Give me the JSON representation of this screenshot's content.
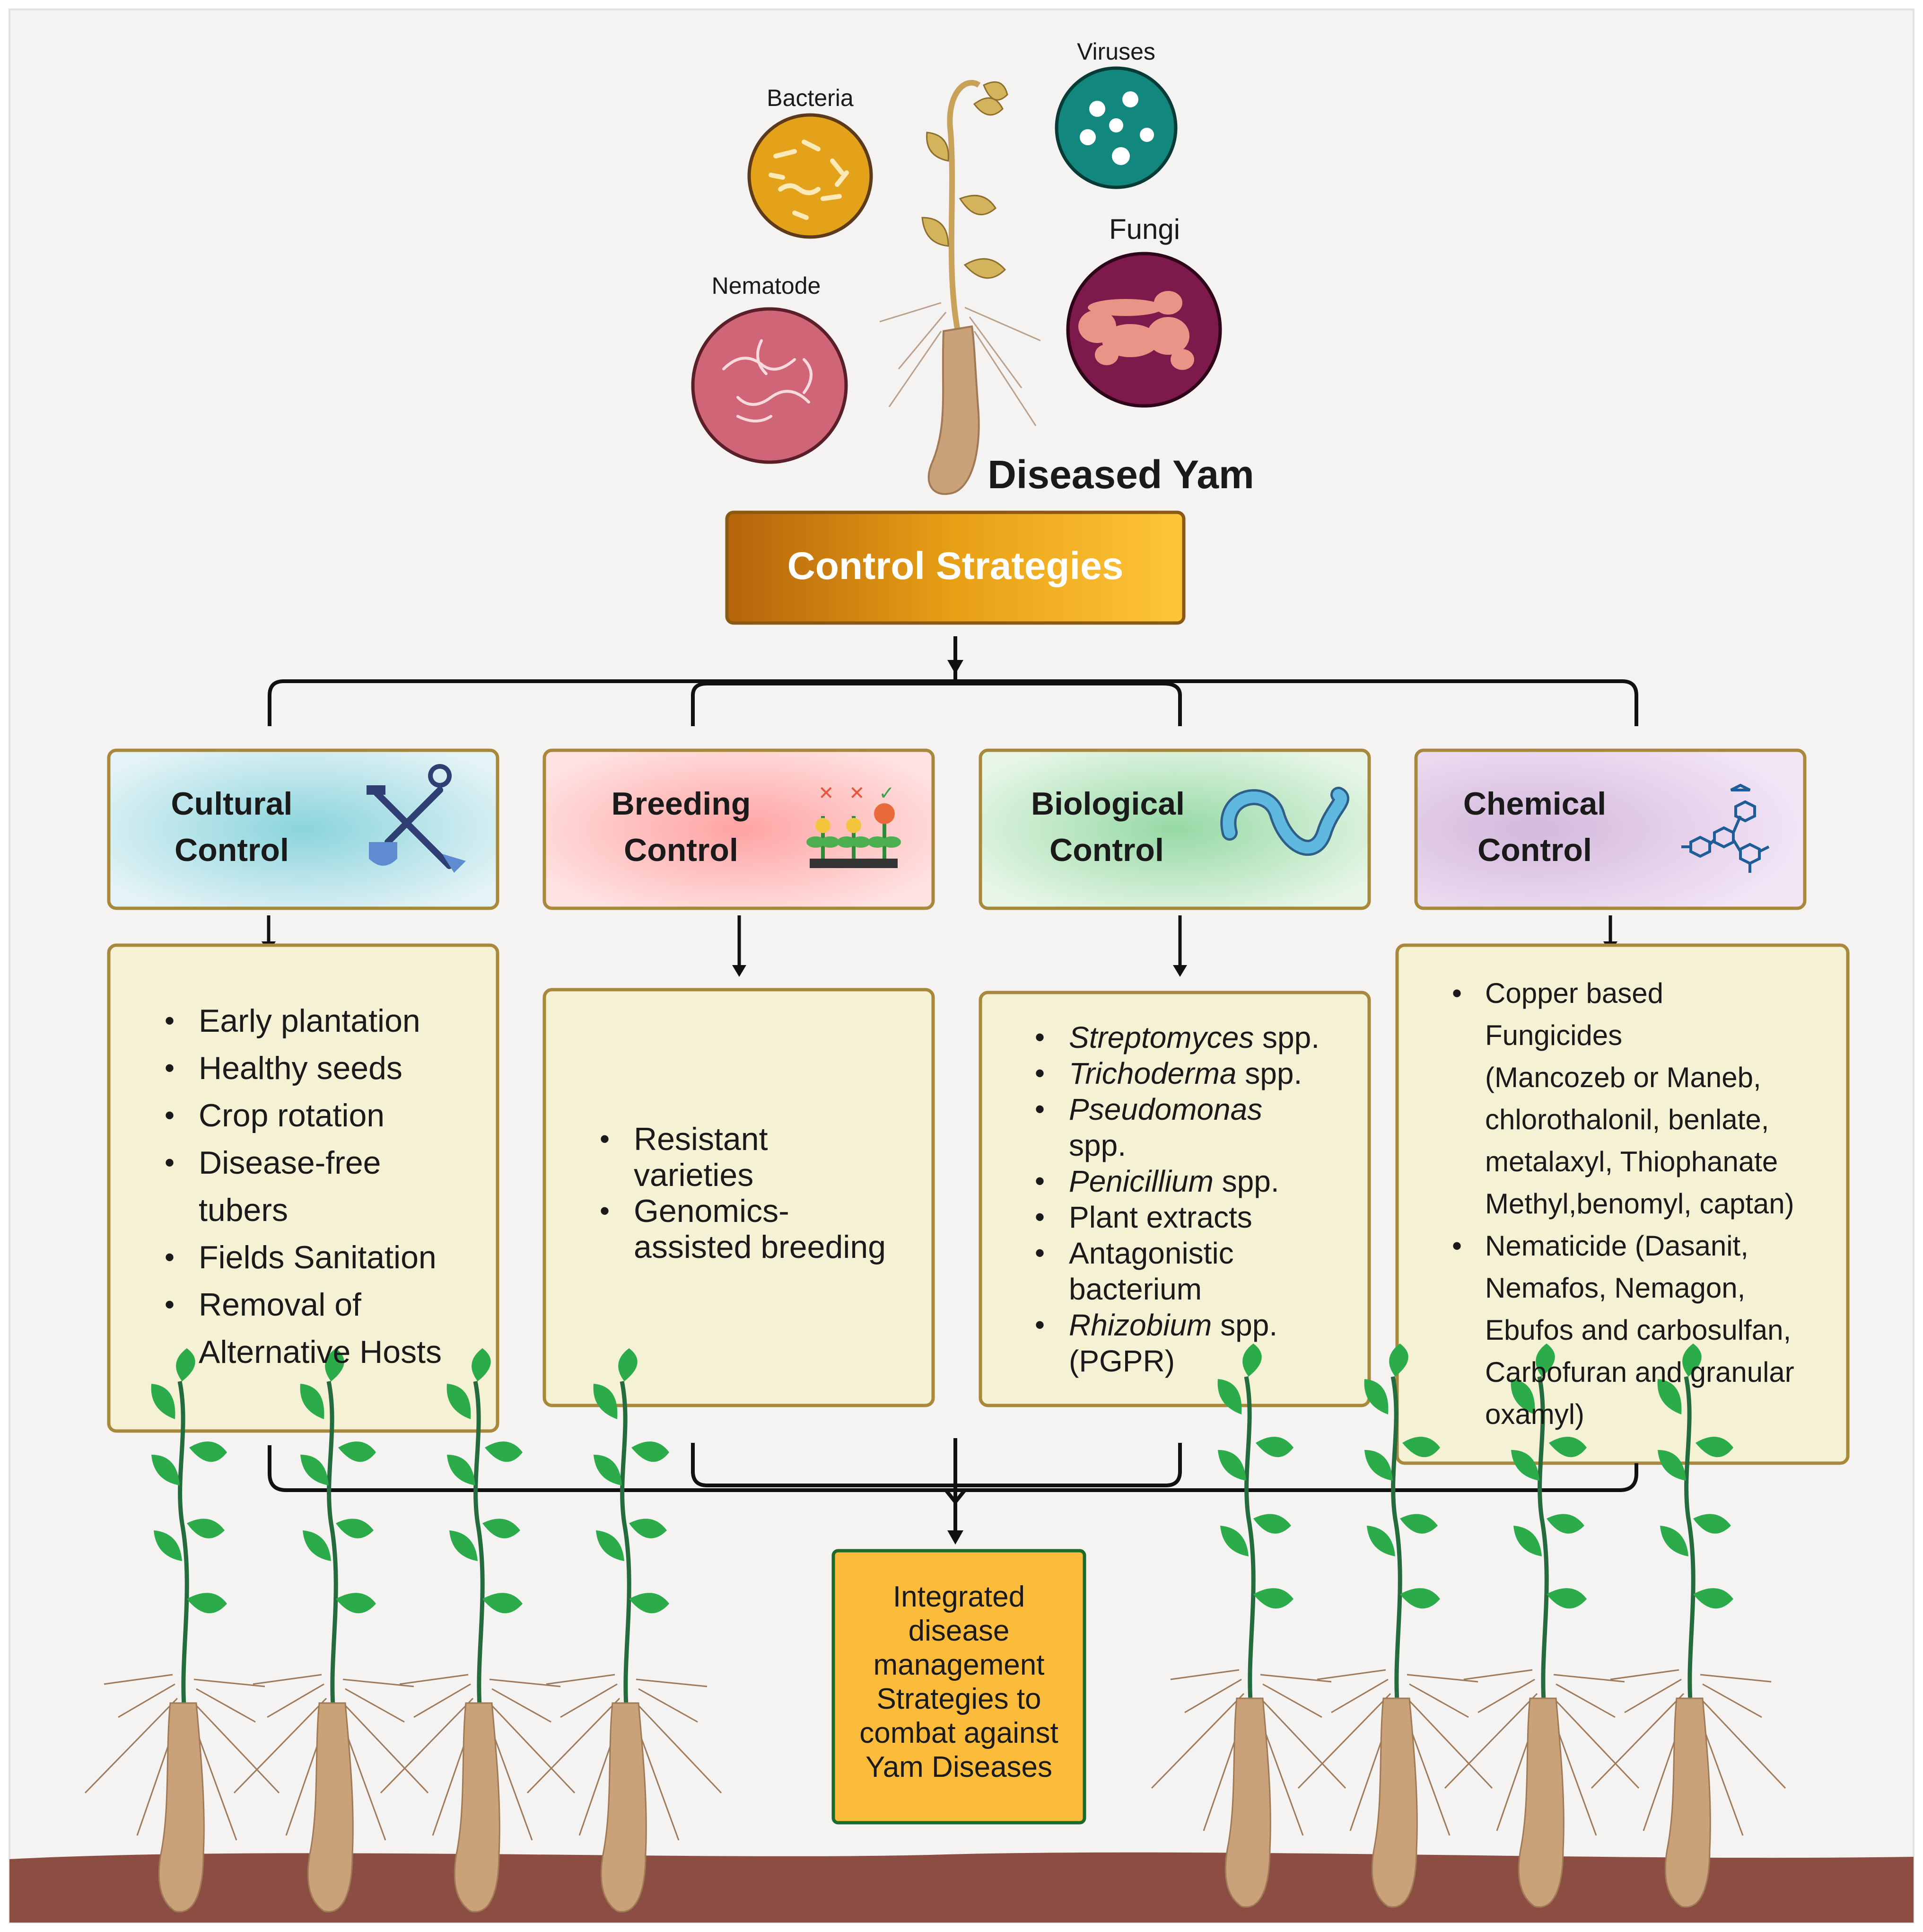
{
  "pathogens": {
    "bacteria": "Bacteria",
    "viruses": "Viruses",
    "nematode": "Nematode",
    "fungi": "Fungi"
  },
  "plant_label": "Diseased Yam",
  "main_box": "Control Strategies",
  "categories": [
    {
      "line1": "Cultural",
      "line2": "Control",
      "icon": "shovel-fork-icon"
    },
    {
      "line1": "Breeding",
      "line2": "Control",
      "icon": "seedlings-icon"
    },
    {
      "line1": "Biological",
      "line2": "Control",
      "icon": "worm-icon"
    },
    {
      "line1": "Chemical",
      "line2": "Control",
      "icon": "molecule-icon"
    }
  ],
  "cultural_items": [
    "Early plantation",
    "Healthy seeds",
    "Crop rotation",
    "Disease-free",
    "tubers",
    "Fields Sanitation",
    "Removal of",
    "Alternative Hosts"
  ],
  "breeding_items": [
    "Resistant",
    "varieties",
    "Genomics-",
    "assisted breeding"
  ],
  "biological_items": [
    {
      "italic": "Streptomyces",
      "rest": " spp."
    },
    {
      "italic": "Trichoderma",
      "rest": " spp."
    },
    {
      "italic": "Pseudomonas",
      "rest": ""
    },
    {
      "italic": "",
      "rest": "spp."
    },
    {
      "italic": "Penicillium",
      "rest": " spp."
    },
    {
      "italic": "",
      "rest": "Plant extracts"
    },
    {
      "italic": "",
      "rest": "Antagonistic"
    },
    {
      "italic": "",
      "rest": "bacterium"
    },
    {
      "italic": "Rhizobium",
      "rest": " spp."
    },
    {
      "italic": "",
      "rest": "(PGPR)"
    }
  ],
  "chemical_items": [
    "Copper based",
    "Fungicides",
    "(Mancozeb or Maneb,",
    "chlorothalonil, benlate,",
    "metalaxyl, Thiophanate",
    "Methyl,benomyl, captan)",
    "Nematicide (Dasanit,",
    "Nemafos, Nemagon,",
    "Ebufos and carbosulfan,",
    "Carbofuran and granular",
    "oxamyl)"
  ],
  "integrated_box": [
    "Integrated",
    "disease",
    "management",
    "Strategies to",
    "combat against",
    "Yam Diseases"
  ],
  "colors": {
    "bacteria": "#e3a21a",
    "viruses": "#12877d",
    "nematode": "#cf6577",
    "fungi": "#7d1a4b",
    "list_box": "#f4f1d4",
    "box_border": "#a8883a",
    "soil": "#8c4e43",
    "leaf": "#27a844",
    "tuber": "#c9a27a"
  }
}
